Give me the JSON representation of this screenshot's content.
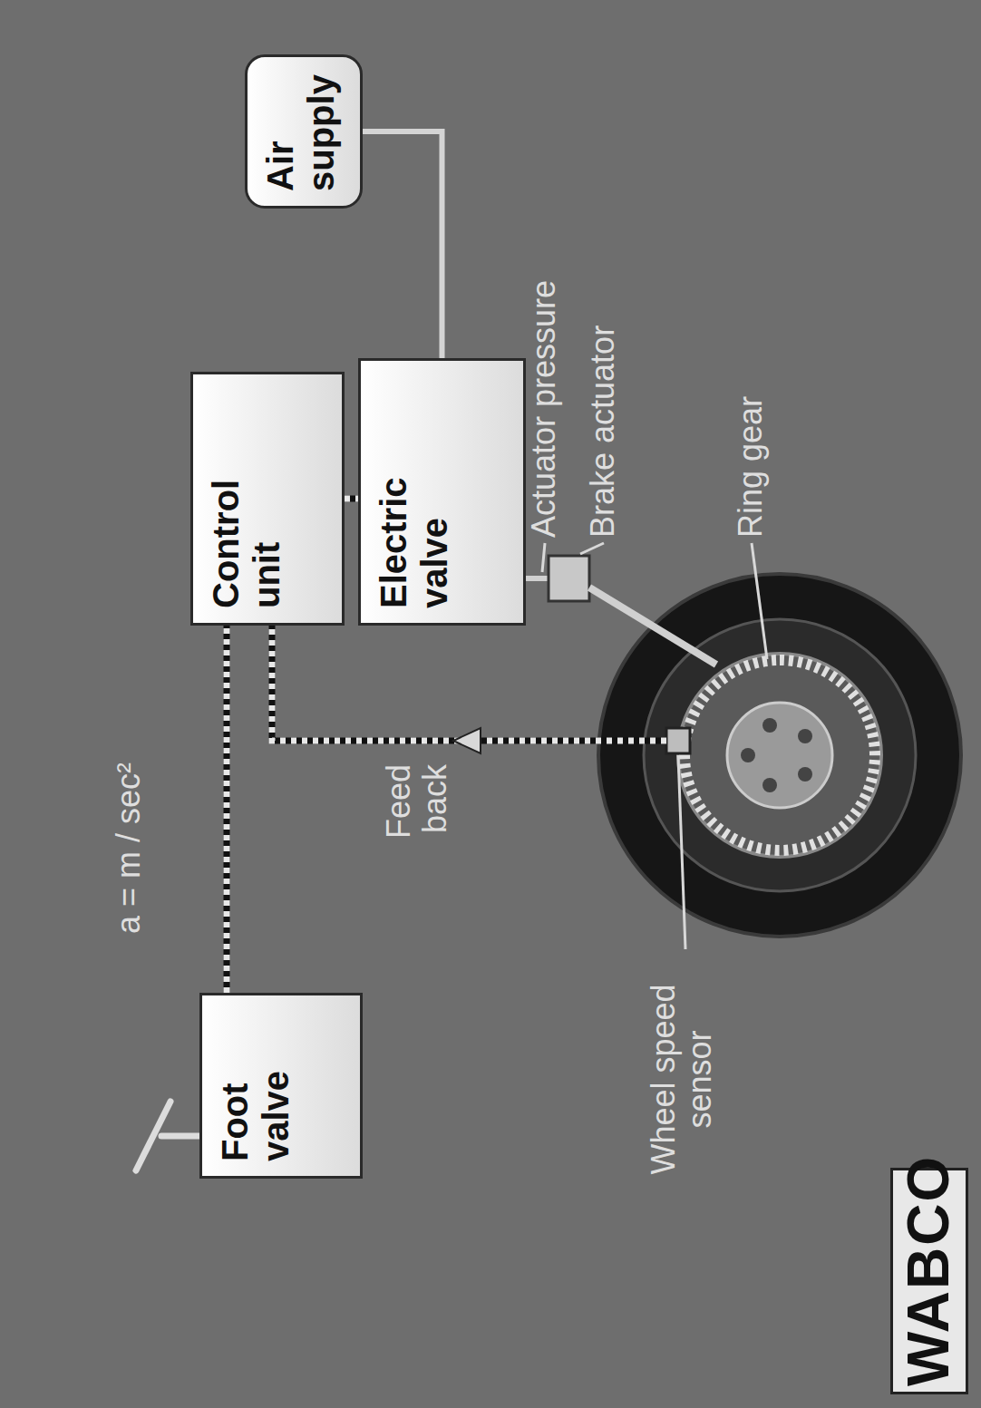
{
  "diagram": {
    "nodes": [
      {
        "text": [
          "Foot valve"
        ]
      },
      {
        "text": [
          "Control unit"
        ]
      },
      {
        "text": [
          "Electric valve"
        ]
      },
      {
        "text": [
          "Air supply"
        ]
      }
    ],
    "edges": [
      {
        "from": 0,
        "to": 1,
        "arrow": "none"
      },
      {
        "from": 1,
        "to": 2,
        "arrow": "none"
      },
      {
        "from": 3,
        "to": 2,
        "arrow": "none"
      }
    ],
    "labels": [
      "a = m / sec²",
      "Feed back",
      "Actuator pressure",
      "Brake actuator",
      "Ring gear",
      "Wheel speed sensor",
      "WABCO"
    ]
  }
}
